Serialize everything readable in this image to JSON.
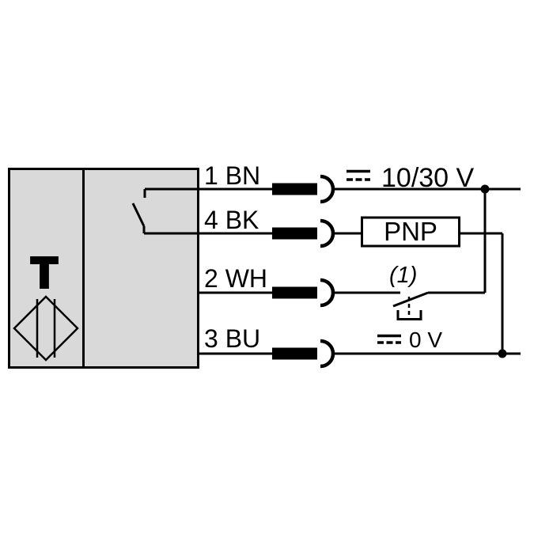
{
  "diagram_type": "sensor-wiring-diagram",
  "sensor": {
    "logo_letter": "T",
    "internal_switch": "normally-open-contact"
  },
  "wires": [
    {
      "pin": "1",
      "color_code": "BN",
      "label": "1 BN"
    },
    {
      "pin": "4",
      "color_code": "BK",
      "label": "4 BK"
    },
    {
      "pin": "2",
      "color_code": "WH",
      "label": "2 WH"
    },
    {
      "pin": "3",
      "color_code": "BU",
      "label": "3 BU"
    }
  ],
  "annotations": {
    "supply_voltage": "10/30 V",
    "zero_volt": "0 V",
    "output_stage": "PNP",
    "footnote_marker": "(1)"
  },
  "icons": [
    "dc-voltage-icon",
    "connector-icon",
    "junction-dot",
    "switch-contact-icon",
    "actuator-icon",
    "telemecanique-diamond-icon"
  ],
  "colors": {
    "line": "#000000",
    "sensor_fill": "#d9d9d9",
    "background": "#ffffff",
    "box_fill": "#ffffff"
  }
}
